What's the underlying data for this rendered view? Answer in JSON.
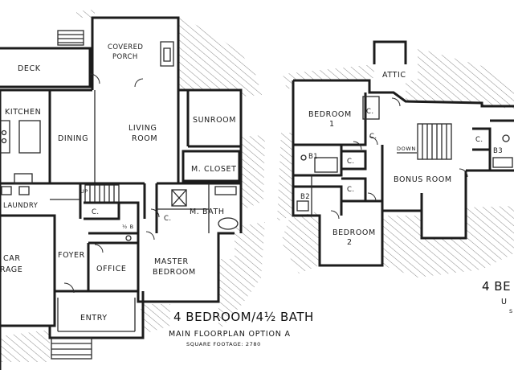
{
  "main_floor": {
    "rooms": {
      "deck": "DECK",
      "covered_porch_1": "COVERED",
      "covered_porch_2": "PORCH",
      "kitchen": "KITCHEN",
      "dining": "DINING",
      "living_1": "LIVING",
      "living_2": "ROOM",
      "sunroom": "SUNROOM",
      "m_closet": "M. CLOSET",
      "laundry": "LAUNDRY",
      "up": "UP",
      "closet_c1": "C.",
      "closet_c2": "C.",
      "m_bath": "M. BATH",
      "half_bath": "½ B",
      "garage_1": "CAR",
      "garage_2": "RAGE",
      "foyer": "FOYER",
      "office": "OFFICE",
      "master_1": "MASTER",
      "master_2": "BEDROOM",
      "entry": "ENTRY"
    },
    "title": "4 BEDROOM/4½ BATH",
    "subtitle": "MAIN FLOORPLAN OPTION A",
    "sqft": "SQUARE FOOTAGE: 2780"
  },
  "upper_floor": {
    "rooms": {
      "attic": "ATTIC",
      "bedroom1_1": "BEDROOM",
      "bedroom1_2": "1",
      "closet_c1": "C.",
      "closet_c2": "C.",
      "closet_c3": "C.",
      "closet_c4": "C.",
      "closet_c5": "C.",
      "b1": "B1",
      "b2": "B2",
      "b3": "B3",
      "down": "DOWN",
      "bonus": "BONUS ROOM",
      "bedroom2_1": "BEDROOM",
      "bedroom2_2": "2"
    },
    "title_partial": "4 BE",
    "title_partial_2": "U",
    "title_partial_3": "S"
  }
}
